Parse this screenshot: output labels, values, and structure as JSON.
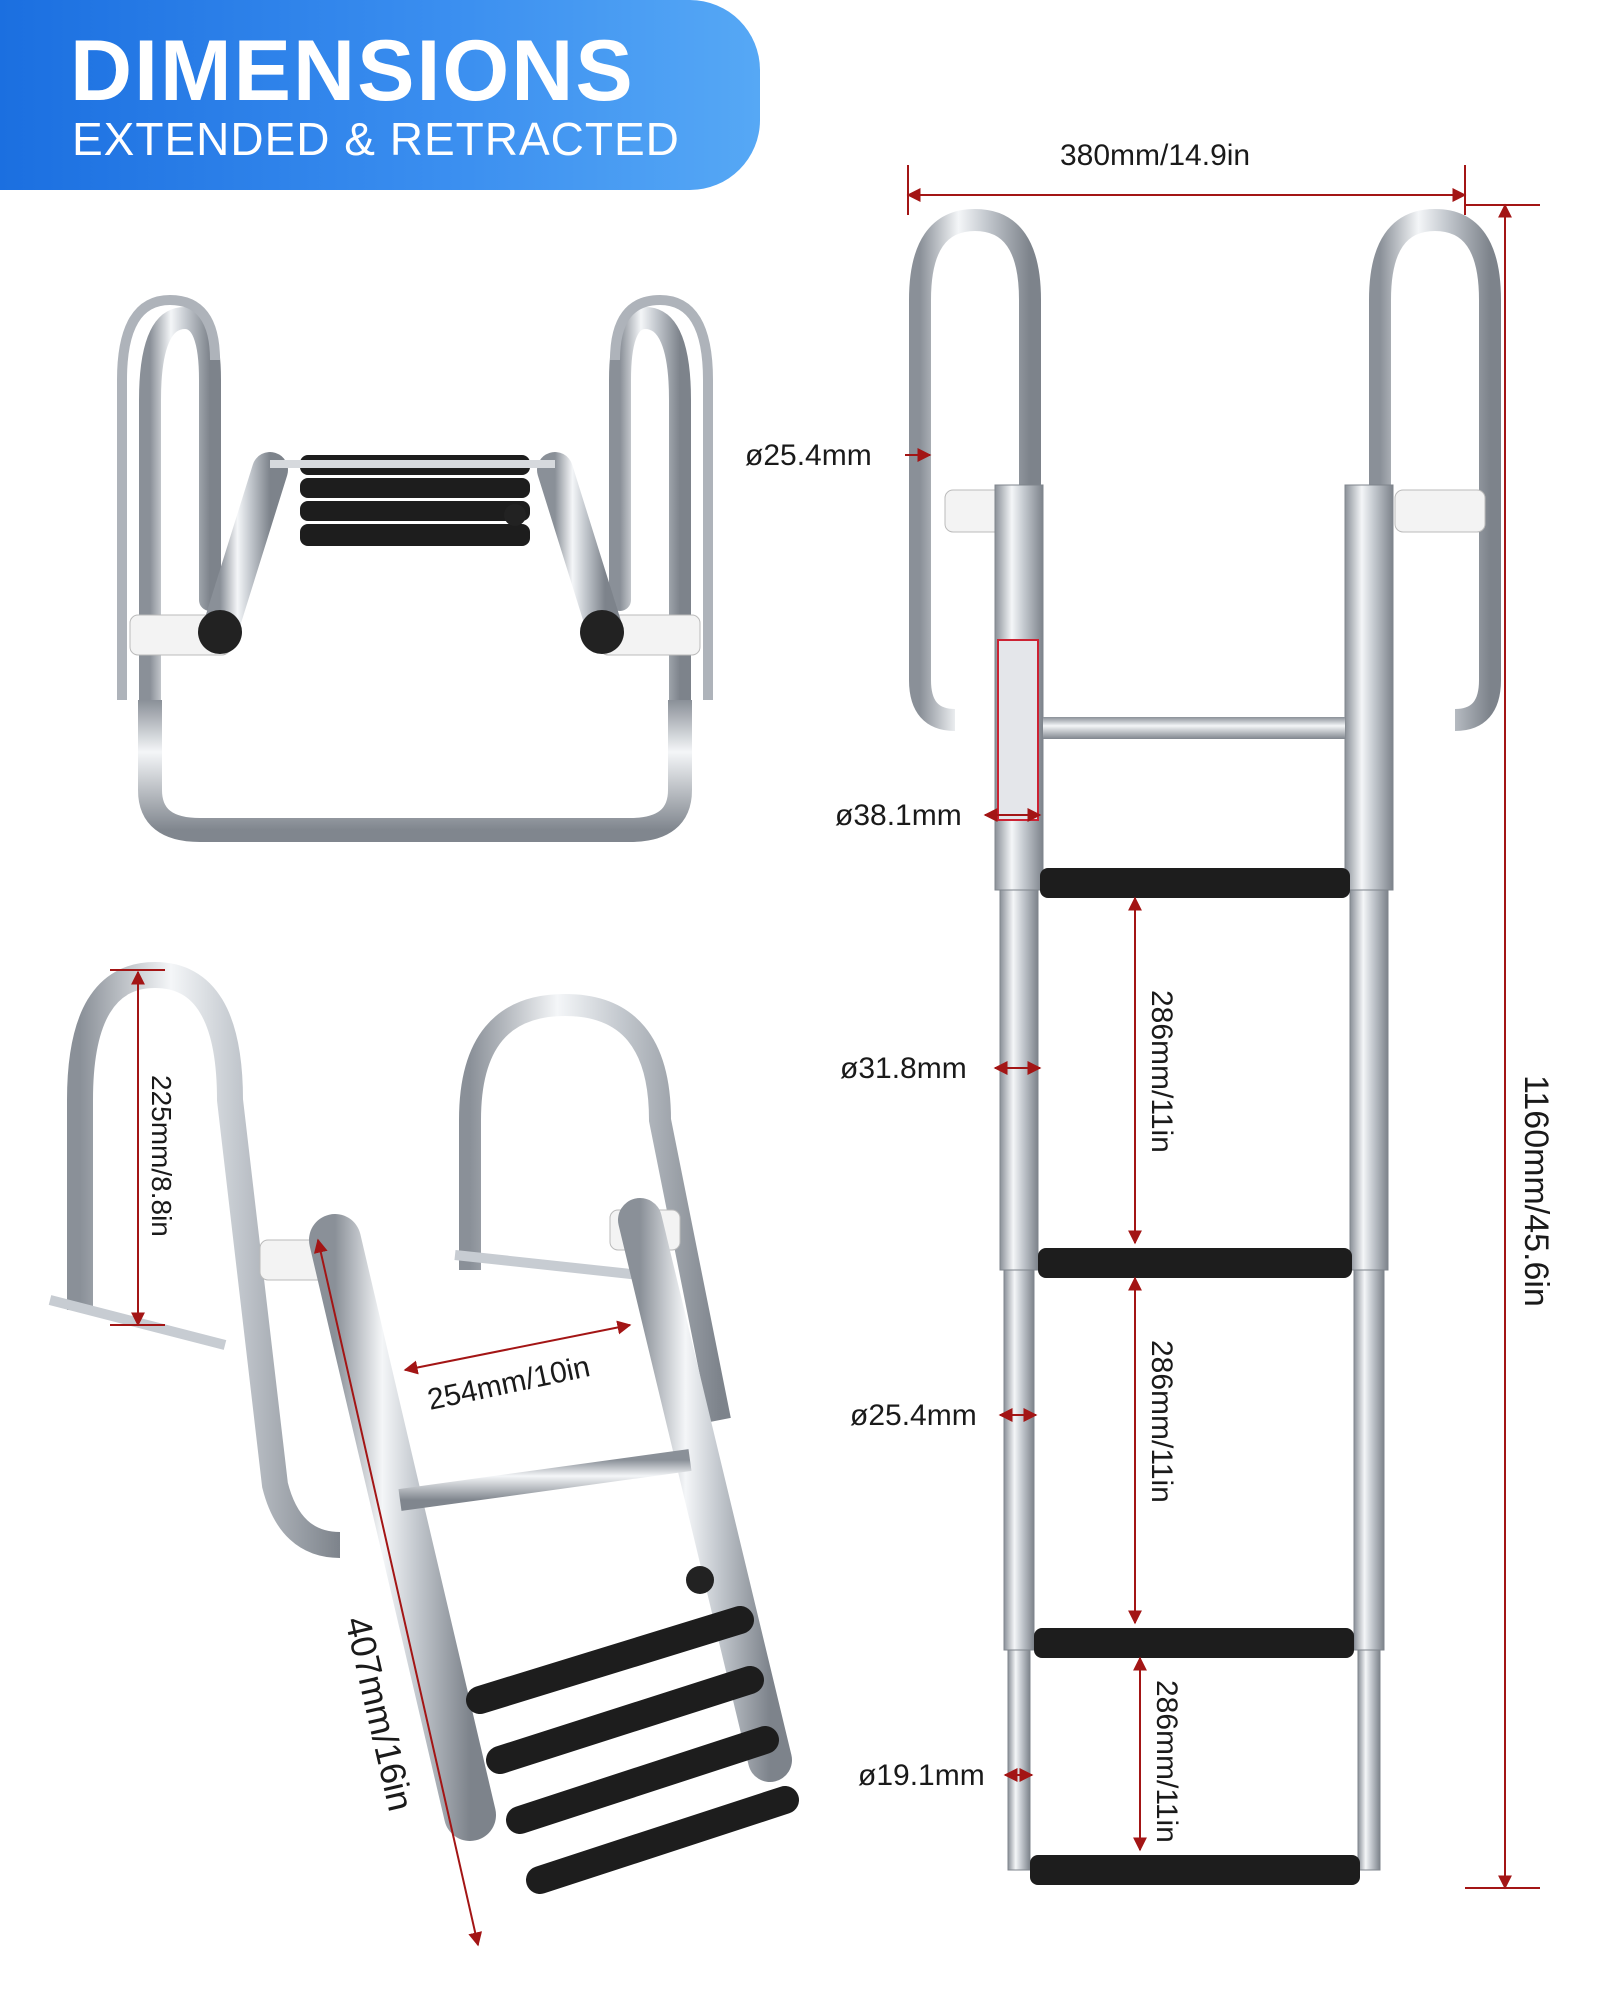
{
  "header": {
    "title": "DIMENSIONS",
    "subtitle": "EXTENDED & RETRACTED"
  },
  "colors": {
    "banner": "#1b6fe0",
    "dimension_line": "#a31515",
    "steel": "#c9ced4",
    "tread": "#1d1d1d"
  },
  "dimensions": {
    "width_top": "380mm/14.9in",
    "handrail_dia": "ø25.4mm",
    "tube_dia_1": "ø38.1mm",
    "tube_dia_2": "ø31.8mm",
    "tube_dia_3": "ø25.4mm",
    "tube_dia_4": "ø19.1mm",
    "step_spacing_1": "286mm/11in",
    "step_spacing_2": "286mm/11in",
    "step_spacing_3": "286mm/11in",
    "total_height": "1160mm/45.6in",
    "handle_height": "225mm/8.8in",
    "inner_width": "254mm/10in",
    "retracted_length": "407mm/16in"
  }
}
